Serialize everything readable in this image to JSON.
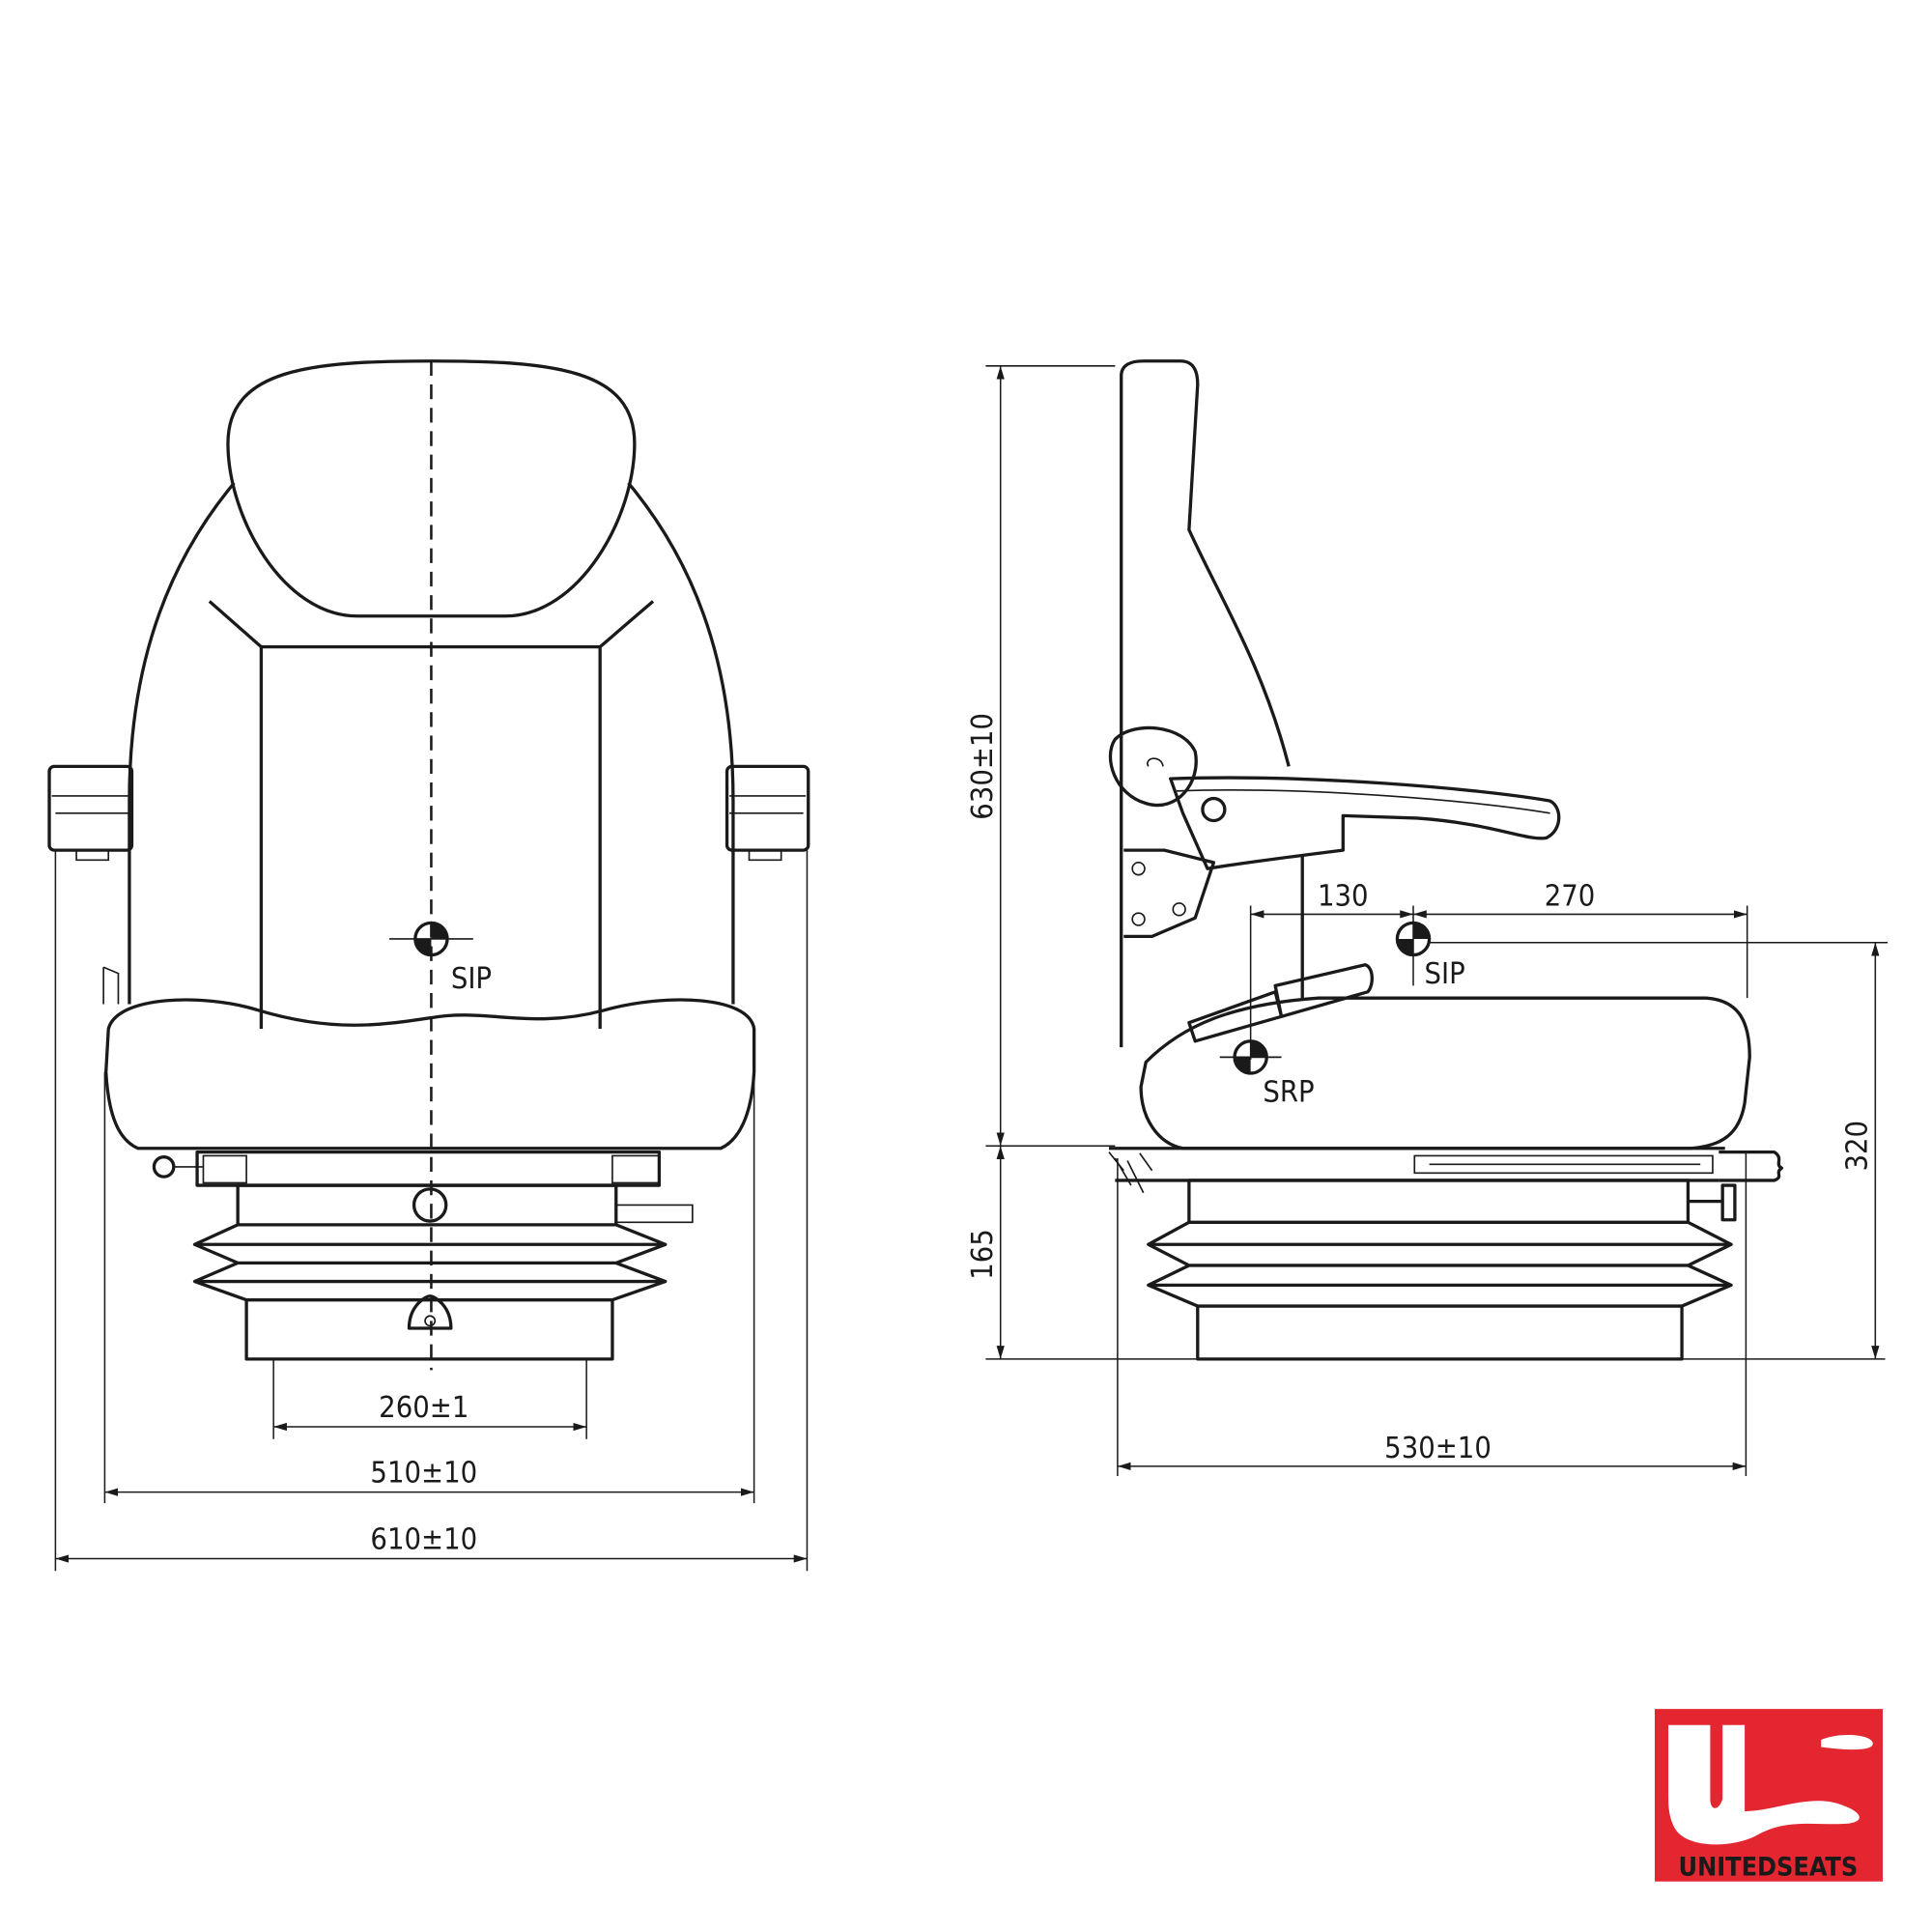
{
  "front_view": {
    "sip_label": "SIP",
    "dim_mount_width": "260±1",
    "dim_seat_width": "510±10",
    "dim_overall_width": "610±10"
  },
  "side_view": {
    "sip_label": "SIP",
    "srp_label": "SRP",
    "dim_backrest_height": "630±10",
    "dim_suspension_height": "165",
    "dim_sip_height": "320",
    "dim_depth": "530±10",
    "dim_srp_to_sip": "130",
    "dim_sip_to_front": "270"
  },
  "logo": {
    "brand": "UNITEDSEATS",
    "color": "#e3262f"
  }
}
